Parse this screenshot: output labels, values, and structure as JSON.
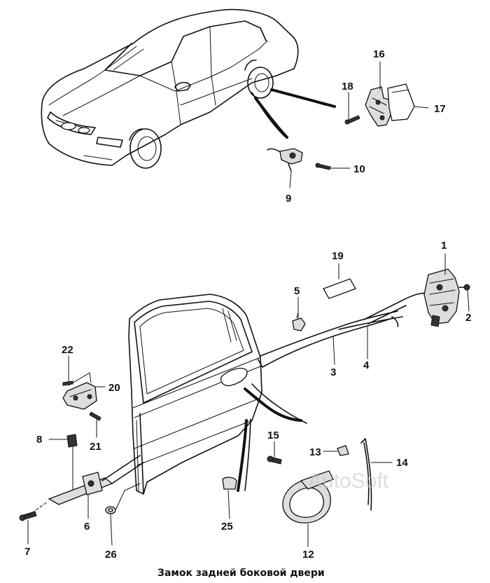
{
  "caption": "Замок задней боковой двери",
  "watermark": "AutoSoft",
  "callouts": [
    {
      "id": "c1",
      "text": "1"
    },
    {
      "id": "c2",
      "text": "2"
    },
    {
      "id": "c3",
      "text": "3"
    },
    {
      "id": "c4",
      "text": "4"
    },
    {
      "id": "c5",
      "text": "5"
    },
    {
      "id": "c6",
      "text": "6"
    },
    {
      "id": "c7",
      "text": "7"
    },
    {
      "id": "c8",
      "text": "8"
    },
    {
      "id": "c9",
      "text": "9"
    },
    {
      "id": "c10",
      "text": "10"
    },
    {
      "id": "c12",
      "text": "12"
    },
    {
      "id": "c13",
      "text": "13"
    },
    {
      "id": "c14",
      "text": "14"
    },
    {
      "id": "c15",
      "text": "15"
    },
    {
      "id": "c16",
      "text": "16"
    },
    {
      "id": "c17",
      "text": "17"
    },
    {
      "id": "c18",
      "text": "18"
    },
    {
      "id": "c19",
      "text": "19"
    },
    {
      "id": "c20",
      "text": "20"
    },
    {
      "id": "c21",
      "text": "21"
    },
    {
      "id": "c22",
      "text": "22"
    },
    {
      "id": "c25",
      "text": "25"
    },
    {
      "id": "c26",
      "text": "26"
    }
  ]
}
